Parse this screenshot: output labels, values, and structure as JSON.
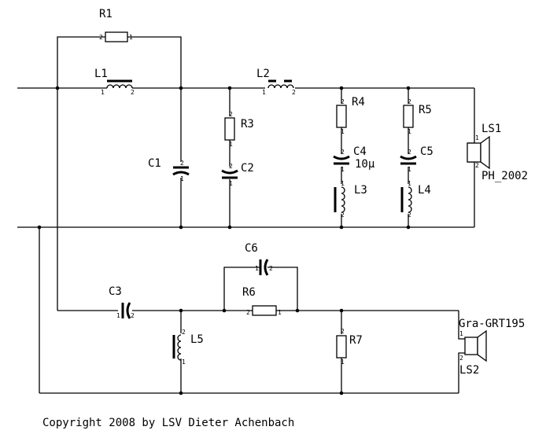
{
  "components": {
    "R1": "R1",
    "R3": "R3",
    "R4": "R4",
    "R5": "R5",
    "R6": "R6",
    "R7": "R7",
    "L1": "L1",
    "L2": "L2",
    "L3": "L3",
    "L4": "L4",
    "L5": "L5",
    "C1": "C1",
    "C2": "C2",
    "C3": "C3",
    "C4": "C4",
    "C5": "C5",
    "C6": "C6",
    "LS1": "LS1",
    "LS2": "LS2"
  },
  "values": {
    "C4": "10µ",
    "LS1": "PH_2002",
    "LS2": "Gra-GRT195"
  },
  "pins": {
    "one": "1",
    "two": "2"
  },
  "copyright": "Copyright 2008 by LSV Dieter Achenbach"
}
